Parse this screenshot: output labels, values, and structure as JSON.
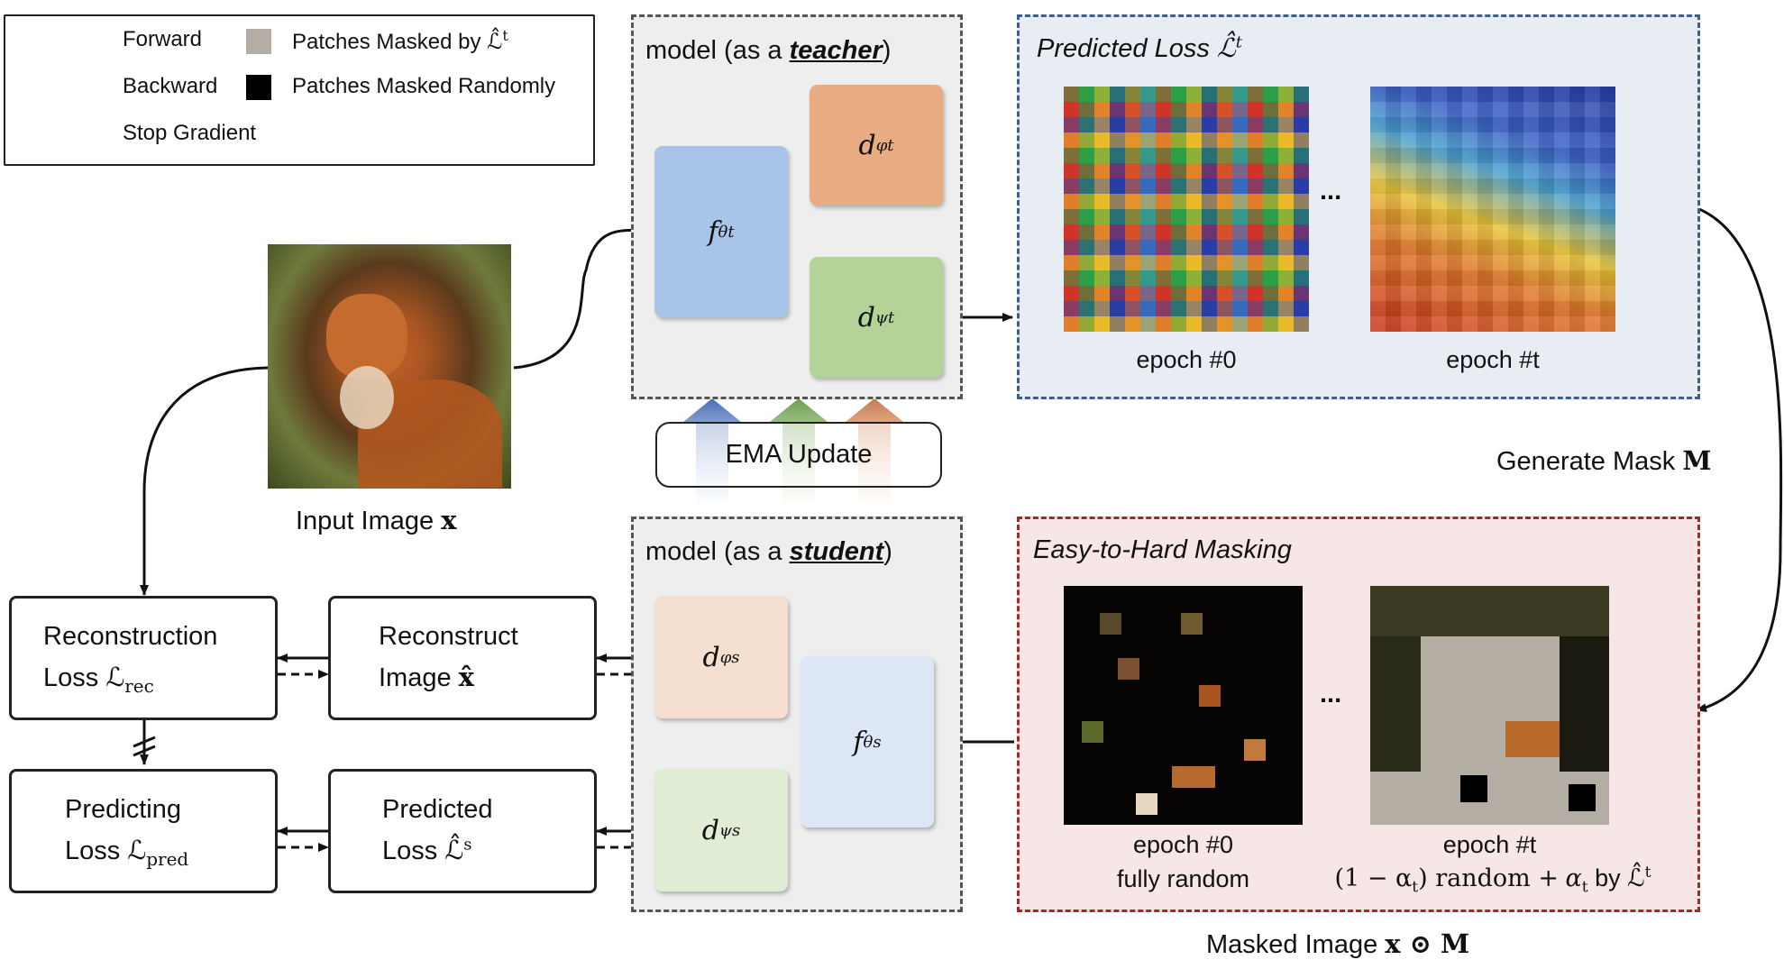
{
  "legend": {
    "forward": "Forward",
    "backward": "Backward",
    "stop_gradient": "Stop Gradient",
    "patches_masked_by": "Patches Masked by",
    "patches_masked_randomly": "Patches Masked Randomly",
    "masked_gray_color": "#b4ada3",
    "masked_random_color": "#000000"
  },
  "input_image": {
    "caption": "Input Image",
    "symbol": "x"
  },
  "teacher": {
    "title_prefix": "model (as a ",
    "title_role": "teacher",
    "title_suffix": ")",
    "encoder": "f",
    "encoder_sub": "θt",
    "decoder_top": "d",
    "decoder_top_sub": "φt",
    "decoder_bottom": "d",
    "decoder_bottom_sub": "ψt",
    "colors": {
      "encoder": "#a8c4e8",
      "decoder_top": "#e8ab82",
      "decoder_bottom": "#b3d496"
    }
  },
  "ema": {
    "label": "EMA Update"
  },
  "predicted_loss_panel": {
    "title": "Predicted Loss",
    "symbol": "ℒ̂",
    "symbol_sup": "t",
    "caption_left": "epoch #0",
    "caption_right": "epoch #t",
    "ellipsis": "...",
    "bg": "#e8edf4"
  },
  "generate_mask": {
    "label": "Generate Mask",
    "symbol": "M"
  },
  "easy_hard_panel": {
    "title": "Easy-to-Hard Masking",
    "caption_left_1": "epoch #0",
    "caption_left_2": "fully random",
    "caption_right_1": "epoch #t",
    "caption_right_2_a": "(1 − α",
    "caption_right_2_sub": "t",
    "caption_right_2_b": ") random +",
    "caption_right_2_c": "α",
    "caption_right_2_d": "by",
    "caption_right_2_e": "ℒ̂",
    "caption_right_2_sup": "t",
    "ellipsis": "...",
    "bg": "#f6e6e6"
  },
  "masked_image": {
    "label": "Masked Image",
    "symbol": "x ⊙ M"
  },
  "student": {
    "title_prefix": "model (as a ",
    "title_role": "student",
    "title_suffix": ")",
    "decoder_top": "d",
    "decoder_top_sub": "φs",
    "decoder_bottom": "d",
    "decoder_bottom_sub": "ψs",
    "encoder": "f",
    "encoder_sub": "θs",
    "colors": {
      "decoder_top": "#f5dfd0",
      "decoder_bottom": "#e0edd4",
      "encoder": "#dde7f5"
    }
  },
  "reconstruct_image": {
    "line1": "Reconstruct",
    "line2": "Image",
    "symbol": "x̂"
  },
  "predicted_loss_box": {
    "line1": "Predicted",
    "line2": "Loss",
    "symbol": "ℒ̂",
    "sup": "s"
  },
  "reconstruction_loss": {
    "line1": "Reconstruction",
    "line2": "Loss",
    "symbol": "ℒ",
    "sub": "rec"
  },
  "predicting_loss": {
    "line1": "Predicting",
    "line2": "Loss",
    "symbol": "ℒ",
    "sub": "pred"
  }
}
